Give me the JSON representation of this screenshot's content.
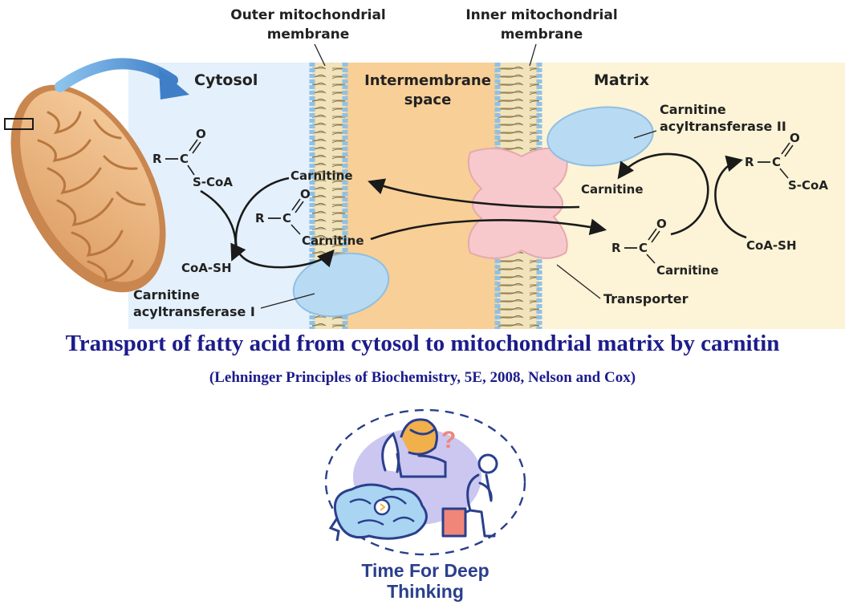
{
  "diagram": {
    "compartments": {
      "cytosol": "Cytosol",
      "intermembrane_line1": "Intermembrane",
      "intermembrane_line2": "space",
      "matrix": "Matrix"
    },
    "membranes": {
      "outer_line1": "Outer mitochondrial",
      "outer_line2": "membrane",
      "inner_line1": "Inner mitochondrial",
      "inner_line2": "membrane"
    },
    "enzymes": {
      "cat1_line1": "Carnitine",
      "cat1_line2": "acyltransferase I",
      "cat2_line1": "Carnitine",
      "cat2_line2": "acyltransferase II",
      "transporter": "Transporter"
    },
    "molecules": {
      "r": "R",
      "dash": "—",
      "c": "C",
      "o": "O",
      "scoa": "S-CoA",
      "carnitine": "Carnitine",
      "coash": "CoA-SH"
    },
    "colors": {
      "cytosol_bg": "#e4f0fb",
      "intermembrane_bg": "#f8cf96",
      "matrix_bg": "#fdf3d6",
      "membrane_head": "#8fc1e6",
      "enzyme": "#b8dbf3",
      "transporter": "#f7c9cd",
      "arrow_blue": "#5b9bd5"
    }
  },
  "caption": {
    "title": "Transport of fatty acid from cytosol to mitochondrial matrix by carnitin",
    "citation": "(Lehninger Principles of Biochemistry, 5E, 2008, Nelson and Cox)"
  },
  "logo": {
    "line1": "Time For Deep",
    "line2": "Thinking",
    "question_mark": "?",
    "colors": {
      "brand": "#2a3f8c",
      "accent": "#f2b04a",
      "lavender": "#cbc7f0",
      "cloud": "#a9d4f2",
      "box": "#f0867a"
    }
  }
}
